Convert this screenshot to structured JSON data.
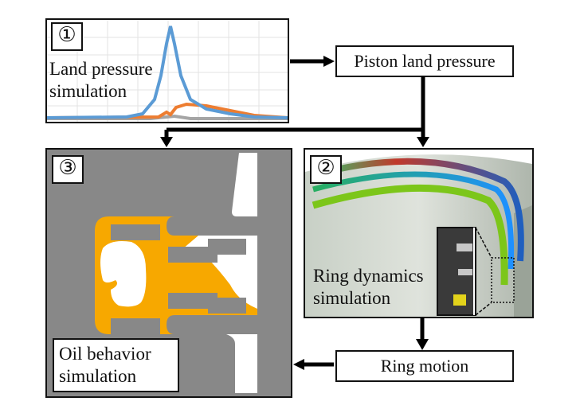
{
  "panels": {
    "land_pressure": {
      "badge": "①",
      "label_line1": "Land pressure",
      "label_line2": "simulation"
    },
    "ring_dynamics": {
      "badge": "②",
      "label_line1": "Ring dynamics",
      "label_line2": "simulation"
    },
    "oil_behavior": {
      "badge": "③",
      "label_line1": "Oil behavior",
      "label_line2": "simulation"
    }
  },
  "boxes": {
    "piston_land_pressure": "Piston land pressure",
    "ring_motion": "Ring motion"
  },
  "colors": {
    "series_blue": "#5b9bd5",
    "series_orange": "#ed7d31",
    "series_gray": "#a5a5a5",
    "oil": "#f7a800",
    "metal": "#888888",
    "ring_green": "#3cb043",
    "ring_red": "#c0392b"
  }
}
